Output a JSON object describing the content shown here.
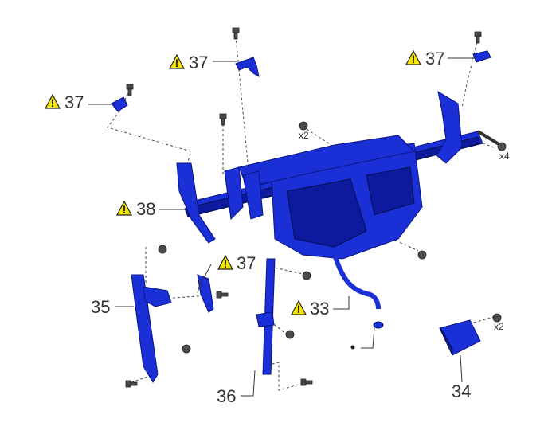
{
  "callouts": {
    "c37_top_center": "37",
    "c37_top_right": "37",
    "c37_left": "37",
    "c38": "38",
    "c37_center": "37",
    "c35": "35",
    "c33": "33",
    "c36": "36",
    "c34": "34"
  },
  "quantities": {
    "q_x2_top": "x2",
    "q_x4": "x4",
    "q_x2_right": "x2"
  },
  "warning_mark": "!",
  "colors": {
    "part_blue": "#1a2fd6",
    "warning_yellow": "#f6e500"
  },
  "icons": [
    "caution-triangle-icon",
    "bolt-icon",
    "nut-icon",
    "clip-icon"
  ]
}
